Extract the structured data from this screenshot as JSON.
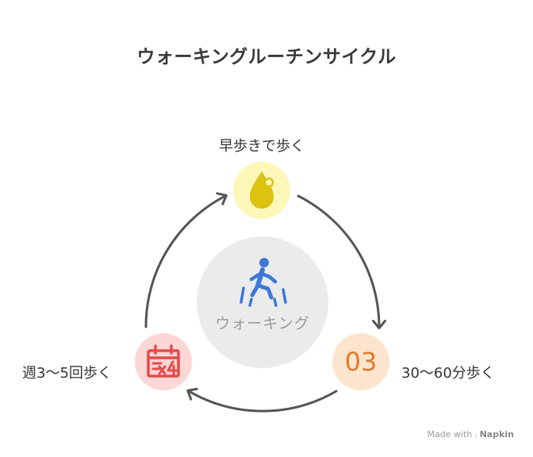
{
  "title": "ウォーキングルーチンサイクル",
  "center": {
    "label": "ウォーキング",
    "icon": "pedestrian-crossing-icon"
  },
  "steps": [
    {
      "label": "早歩きで歩く",
      "icon": "drop-icon",
      "color": "#f5d90a"
    },
    {
      "label": "30〜60分歩く",
      "icon": "number-03-icon",
      "badge": "03",
      "color": "#e07b2a"
    },
    {
      "label": "週3〜5回歩く",
      "icon": "calendar-x4-icon",
      "color": "#e64a4a"
    }
  ],
  "footer": {
    "prefix": "Made with",
    "brand": "Napkin"
  }
}
